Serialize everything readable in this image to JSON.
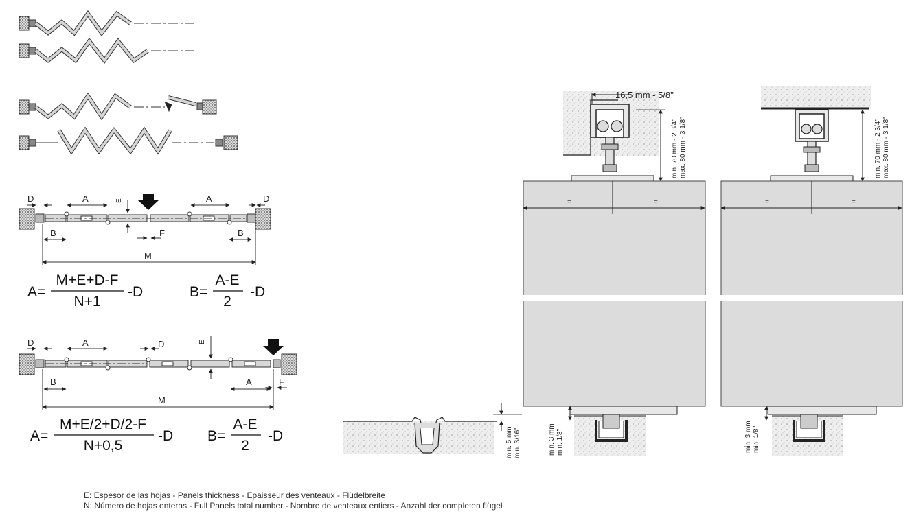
{
  "diagram_1": {
    "labels": {
      "D_left": "D",
      "A_left": "A",
      "E": "E",
      "A_right": "A",
      "D_right": "D",
      "B_left": "B",
      "F": "F",
      "B_right": "B",
      "M": "M"
    },
    "formula_A": {
      "lhs": "A=",
      "num": "M+E+D-F",
      "den": "N+1",
      "tail": "-D"
    },
    "formula_B": {
      "lhs": "B=",
      "num": "A-E",
      "den": "2",
      "tail": "-D"
    }
  },
  "diagram_2": {
    "labels": {
      "D_left": "D",
      "A_top": "A",
      "D_mid": "D",
      "E": "E",
      "B": "B",
      "A_bottom": "A",
      "F": "F",
      "M": "M"
    },
    "formula_A": {
      "lhs": "A=",
      "num": "M+E/2+D/2-F",
      "den": "N+0,5",
      "tail": "-D"
    },
    "formula_B": {
      "lhs": "B=",
      "num": "A-E",
      "den": "2",
      "tail": "-D"
    }
  },
  "section_left": {
    "top_dim": "16,5 mm - 5/8\"",
    "height_min": "min. 70 mm - 2 3/4\"",
    "height_max": "max. 80 mm - 3 1/8\"",
    "eq_mark": "=",
    "floor_gap_5_a": "min. 5 mm",
    "floor_gap_5_b": "min. 3/16\"",
    "floor_gap_3_a": "min. 3 mm",
    "floor_gap_3_b": "min. 1/8\""
  },
  "section_right": {
    "height_min": "min. 70 mm - 2 3/4\"",
    "height_max": "max. 80 mm - 3 1/8\"",
    "eq_mark": "=",
    "floor_gap_3_a": "min. 3 mm",
    "floor_gap_3_b": "min. 1/8\""
  },
  "legend": {
    "line1": "E: Espesor de las hojas - Panels thickness - Epaisseur des venteaux - Flüdelbreite",
    "line2": "N: Número de hojas enteras - Full Panels total number - Nombre de venteaux entiers - Anzahl der completen flügel"
  }
}
